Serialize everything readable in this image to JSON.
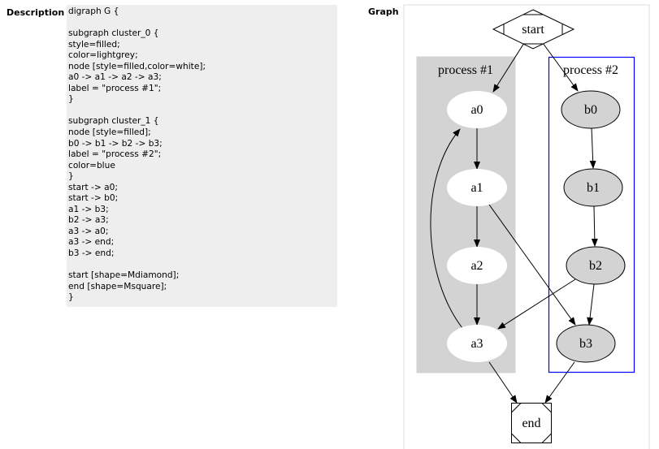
{
  "description": {
    "label": "Description",
    "code": "digraph G {\n\nsubgraph cluster_0 {\nstyle=filled;\ncolor=lightgrey;\nnode [style=filled,color=white];\na0 -> a1 -> a2 -> a3;\nlabel = \"process #1\";\n}\n\nsubgraph cluster_1 {\nnode [style=filled];\nb0 -> b1 -> b2 -> b3;\nlabel = \"process #2\";\ncolor=blue\n}\nstart -> a0;\nstart -> b0;\na1 -> b3;\nb2 -> a3;\na3 -> a0;\na3 -> end;\nb3 -> end;\n\nstart [shape=Mdiamond];\nend [shape=Msquare];\n}"
  },
  "graph": {
    "label": "Graph",
    "clusters": [
      {
        "id": "cluster_0",
        "label": "process #1",
        "fill": "#d3d3d3",
        "stroke": "#d3d3d3"
      },
      {
        "id": "cluster_1",
        "label": "process #2",
        "fill": "#ffffff",
        "stroke": "#0000ff"
      }
    ],
    "nodes": {
      "start": {
        "label": "start",
        "shape": "Mdiamond"
      },
      "end": {
        "label": "end",
        "shape": "Msquare"
      },
      "a0": {
        "label": "a0",
        "fill": "#ffffff"
      },
      "a1": {
        "label": "a1",
        "fill": "#ffffff"
      },
      "a2": {
        "label": "a2",
        "fill": "#ffffff"
      },
      "a3": {
        "label": "a3",
        "fill": "#ffffff"
      },
      "b0": {
        "label": "b0",
        "fill": "#d3d3d3"
      },
      "b1": {
        "label": "b1",
        "fill": "#d3d3d3"
      },
      "b2": {
        "label": "b2",
        "fill": "#d3d3d3"
      },
      "b3": {
        "label": "b3",
        "fill": "#d3d3d3"
      }
    },
    "edges": [
      [
        "a0",
        "a1"
      ],
      [
        "a1",
        "a2"
      ],
      [
        "a2",
        "a3"
      ],
      [
        "b0",
        "b1"
      ],
      [
        "b1",
        "b2"
      ],
      [
        "b2",
        "b3"
      ],
      [
        "start",
        "a0"
      ],
      [
        "start",
        "b0"
      ],
      [
        "a1",
        "b3"
      ],
      [
        "b2",
        "a3"
      ],
      [
        "a3",
        "a0"
      ],
      [
        "a3",
        "end"
      ],
      [
        "b3",
        "end"
      ]
    ]
  }
}
